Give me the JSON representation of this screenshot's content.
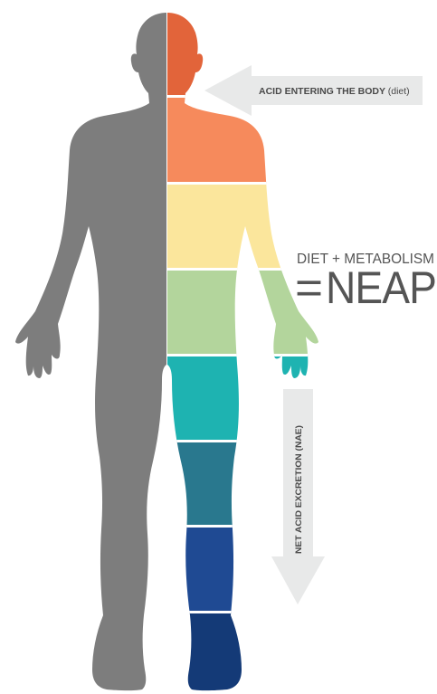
{
  "labels": {
    "acid_entering_bold": "ACID ENTERING THE BODY",
    "acid_entering_light": "(diet)",
    "diet_metabolism": "DIET + METABOLISM",
    "equals": "=",
    "neap": "NEAP",
    "net_acid_excretion": "NET ACID EXCRETION (NAE)"
  },
  "colors": {
    "silhouette": "#7d7d7d",
    "arrow": "#e8e9e9",
    "text": "#4a4a4a",
    "bands": [
      "#e2643a",
      "#f68a5c",
      "#fbe69c",
      "#b3d59c",
      "#1eb3b1",
      "#29788e",
      "#1f4a93",
      "#143a77"
    ]
  },
  "bands": [
    {
      "name": "band-1-head",
      "color": "#e2643a"
    },
    {
      "name": "band-2-chest",
      "color": "#f68a5c"
    },
    {
      "name": "band-3-abdomen",
      "color": "#fbe69c"
    },
    {
      "name": "band-4-hips",
      "color": "#b3d59c"
    },
    {
      "name": "band-5-thigh",
      "color": "#1eb3b1"
    },
    {
      "name": "band-6-knee",
      "color": "#29788e"
    },
    {
      "name": "band-7-shin",
      "color": "#1f4a93"
    },
    {
      "name": "band-8-foot",
      "color": "#143a77"
    }
  ]
}
